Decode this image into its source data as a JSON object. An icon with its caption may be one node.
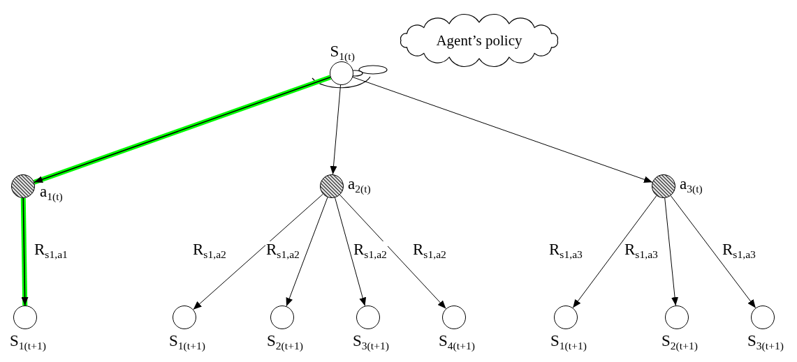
{
  "diagram": {
    "nodes": [
      {
        "text": [],
        "shape": "circle",
        "beside": [
          "S$_{1(t)}$"
        ]
      },
      {
        "text": [
          "Agent’s policy"
        ]
      },
      {
        "text": [],
        "shape": "circle",
        "beside": [
          "a$_{1(t)}$"
        ]
      },
      {
        "text": [],
        "shape": "circle",
        "beside": [
          "a$_{2(t)}$"
        ]
      },
      {
        "text": [],
        "shape": "circle",
        "beside": [
          "a$_{3(t)}$"
        ]
      },
      {
        "text": [],
        "shape": "circle",
        "beside": [
          "S$_{1(t+1)}$"
        ]
      },
      {
        "text": [],
        "shape": "circle",
        "beside": [
          "S$_{1(t+1)}$"
        ]
      },
      {
        "text": [],
        "shape": "circle",
        "beside": [
          "S$_{2(t+1)}$"
        ]
      },
      {
        "text": [],
        "shape": "circle",
        "beside": [
          "S$_{3(t+1)}$"
        ]
      },
      {
        "text": [],
        "shape": "circle",
        "beside": [
          "S$_{4(t+1)}$"
        ]
      },
      {
        "text": [],
        "shape": "circle",
        "beside": [
          "S$_{1(t+1)}$"
        ]
      },
      {
        "text": [],
        "shape": "circle",
        "beside": [
          "S$_{2(t+1)}$"
        ]
      },
      {
        "text": [],
        "shape": "circle",
        "beside": [
          "S$_{3(t+1)}$"
        ]
      }
    ],
    "edges": [
      {
        "from": 0,
        "to": 2,
        "arrow": "to",
        "style": "thick",
        "color": "#00ff00"
      },
      {
        "from": 0,
        "to": 3,
        "arrow": "to"
      },
      {
        "from": 0,
        "to": 4,
        "arrow": "to"
      },
      {
        "from": 2,
        "to": 5,
        "arrow": "to",
        "label": "R$_{s1,a1}$",
        "style": "thick",
        "color": "#00ff00"
      },
      {
        "from": 3,
        "to": 6,
        "arrow": "to",
        "label": "R$_{s1,a2}$"
      },
      {
        "from": 3,
        "to": 7,
        "arrow": "to",
        "label": "R$_{s1,a2}$"
      },
      {
        "from": 3,
        "to": 8,
        "arrow": "to",
        "label": "R$_{s1,a2}$"
      },
      {
        "from": 3,
        "to": 9,
        "arrow": "to",
        "label": "R$_{s1,a2}$"
      },
      {
        "from": 4,
        "to": 10,
        "arrow": "to",
        "label": "R$_{s1,a3}$"
      },
      {
        "from": 4,
        "to": 11,
        "arrow": "to",
        "label": "R$_{s1,a3}$"
      },
      {
        "from": 4,
        "to": 12,
        "arrow": "to",
        "label": "R$_{s1,a3}$"
      }
    ]
  }
}
